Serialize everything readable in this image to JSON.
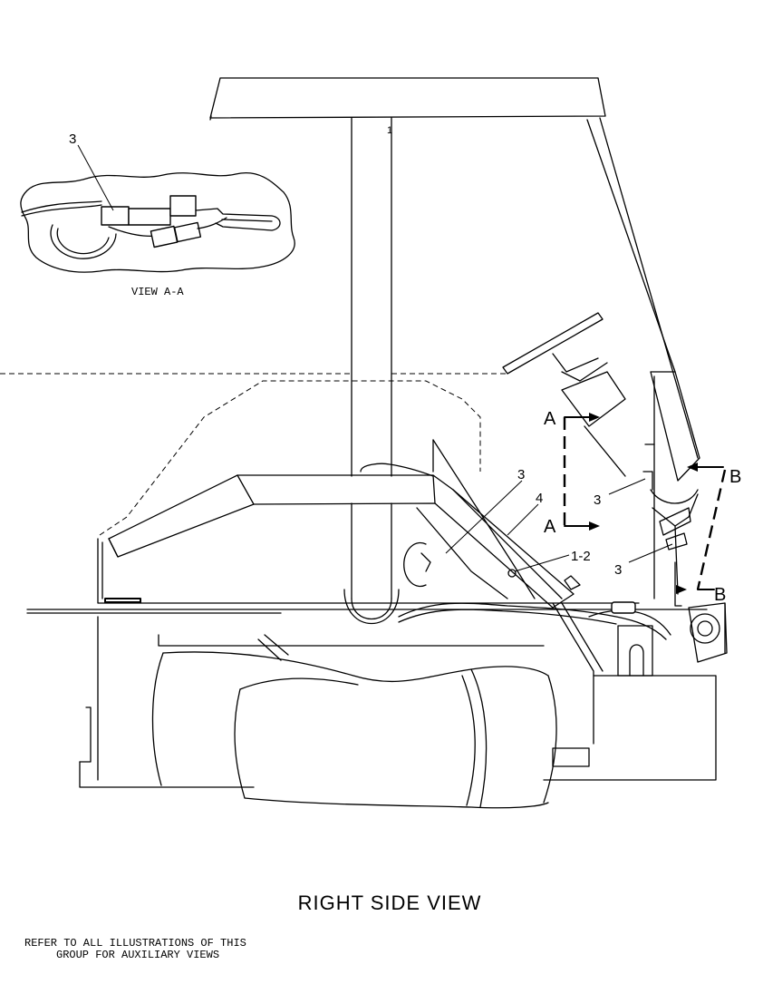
{
  "title": "RIGHT SIDE VIEW",
  "note_line_1": "REFER TO ALL ILLUSTRATIONS OF THIS",
  "note_line_2": "GROUP FOR AUXILIARY VIEWS",
  "inset_caption": "VIEW A-A",
  "callouts": {
    "inset_3": "3",
    "canopy_1": "1",
    "main_3": "3",
    "main_4": "4",
    "main_1_2": "1-2",
    "right_3_upper": "3",
    "right_3_lower": "3"
  },
  "section_labels": {
    "a_top": "A",
    "a_bottom": "A",
    "b_top": "B",
    "b_bottom": "B"
  }
}
